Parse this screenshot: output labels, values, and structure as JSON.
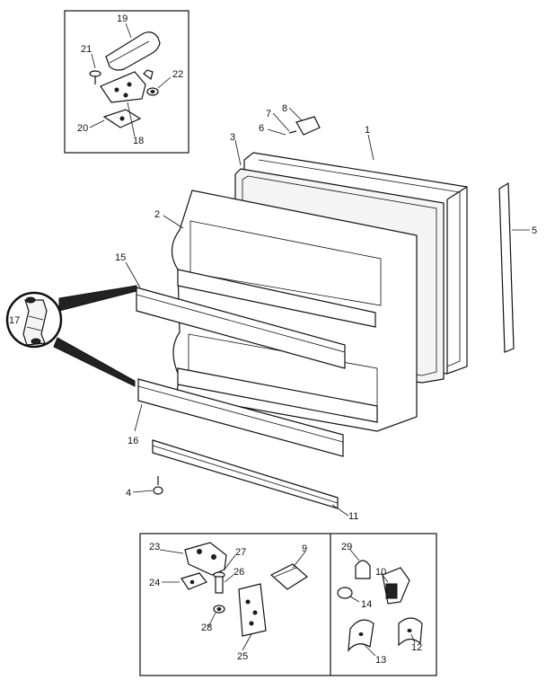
{
  "diagram": {
    "part_labels": {
      "p1": "1",
      "p2": "2",
      "p3": "3",
      "p4": "4",
      "p5": "5",
      "p6": "6",
      "p7": "7",
      "p8": "8",
      "p9": "9",
      "p10": "10",
      "p11": "11",
      "p12": "12",
      "p13": "13",
      "p14": "14",
      "p15": "15",
      "p16": "16",
      "p17": "17",
      "p18": "18",
      "p19": "19",
      "p20": "20",
      "p21": "21",
      "p22": "22",
      "p23": "23",
      "p24": "24",
      "p25": "25",
      "p26": "26",
      "p27": "27",
      "p28": "28",
      "p29": "29"
    }
  }
}
